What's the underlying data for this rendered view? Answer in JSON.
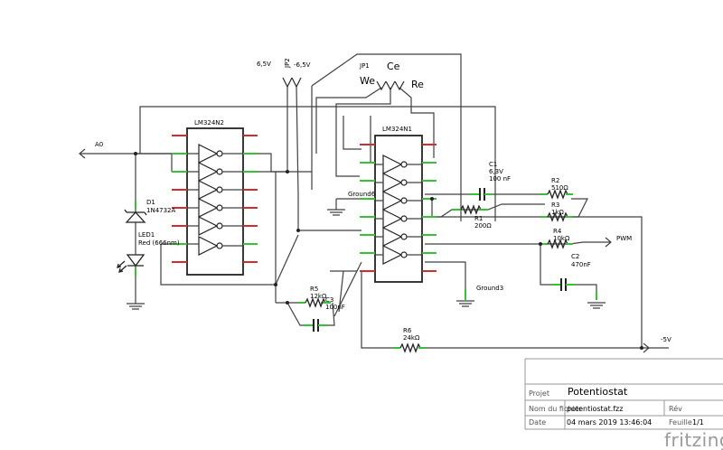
{
  "labels": {
    "a0": "A0",
    "v_pos": "6,5V",
    "jp2": "JP2",
    "v_neg": "-6,5V",
    "jp1": "JP1",
    "we": "We",
    "ce": "Ce",
    "re": "Re",
    "lm324n2": "LM324N2",
    "lm324n1": "LM324N1",
    "d1_ref": "D1",
    "d1_val": "1N4732A",
    "led1_ref": "LED1",
    "led1_val": "Red (666nm)",
    "c1_ref": "C1",
    "c1_v": "6,3V",
    "c1_val": "100 nF",
    "r2_ref": "R2",
    "r2_val": "510Ω",
    "r3_ref": "R3",
    "r3_val": "1kΩ",
    "r1_ref": "R1",
    "r1_val": "200Ω",
    "r4_ref": "R4",
    "r4_val": "10kΩ",
    "pwm": "PWM",
    "c2_ref": "C2",
    "c2_val": "470nF",
    "ground6": "Ground6",
    "ground3": "Ground3",
    "r5_ref": "R5",
    "r5_val": "12kΩ",
    "c3_ref": "C3",
    "c3_val": "100nF",
    "r6_ref": "R6",
    "r6_val": "24kΩ",
    "v_minus5": "-5V"
  },
  "title_block": {
    "project_label": "Projet",
    "project_value": "Potentiostat",
    "file_label": "Nom du fichier",
    "file_value": "potentiostat.fzz",
    "rev_label": "Rév",
    "date_label": "Date",
    "date_value": "04 mars 2019 13:46:04",
    "sheet_label": "Feuille",
    "sheet_value": "1/1"
  },
  "brand": "fritzing",
  "colors": {
    "pin_green": "#35c235",
    "pin_red": "#d42c2c",
    "wire": "#404040"
  }
}
